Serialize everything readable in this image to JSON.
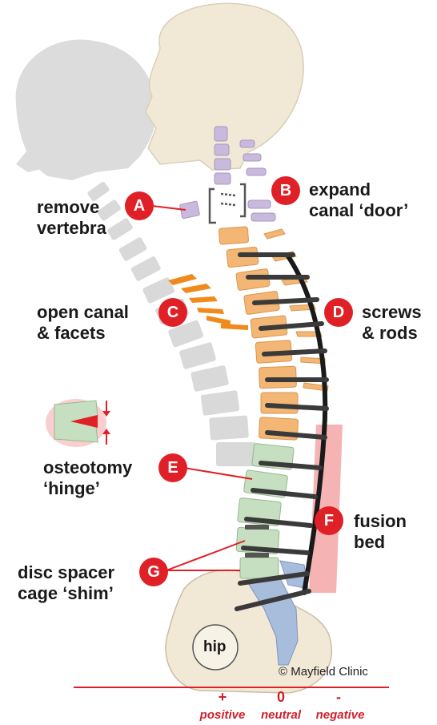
{
  "labels": {
    "a": {
      "badge": "A",
      "line1": "remove",
      "line2": "vertebra"
    },
    "b": {
      "badge": "B",
      "line1": "expand",
      "line2": "canal ‘door’"
    },
    "c": {
      "badge": "C",
      "line1": "open canal",
      "line2": "& facets"
    },
    "d": {
      "badge": "D",
      "line1": "screws",
      "line2": "& rods"
    },
    "e": {
      "badge": "E",
      "line1": "osteotomy",
      "line2": "‘hinge’"
    },
    "f": {
      "badge": "F",
      "line1": "fusion",
      "line2": "bed"
    },
    "g": {
      "badge": "G",
      "line1": "disc spacer",
      "line2": "cage ‘shim’"
    }
  },
  "hip_label": "hip",
  "credit": "© Mayfield Clinic",
  "balance_scale": {
    "positive": {
      "symbol": "+",
      "word": "positive"
    },
    "neutral": {
      "symbol": "0",
      "word": "neutral"
    },
    "negative": {
      "symbol": "-",
      "word": "negative"
    }
  },
  "colors": {
    "accent_red": "#e02027",
    "cervical_lavender": "#c9b9dc",
    "thoracic_orange": "#f3b675",
    "lumbar_green": "#c6dfc0",
    "sacrum_blue": "#a8bcdc",
    "bone_beige": "#f1e9d6",
    "ghost_gray": "#d6d6d6",
    "hardware_dark": "#3a3a3a",
    "fusion_pink": "#f08a8c"
  }
}
